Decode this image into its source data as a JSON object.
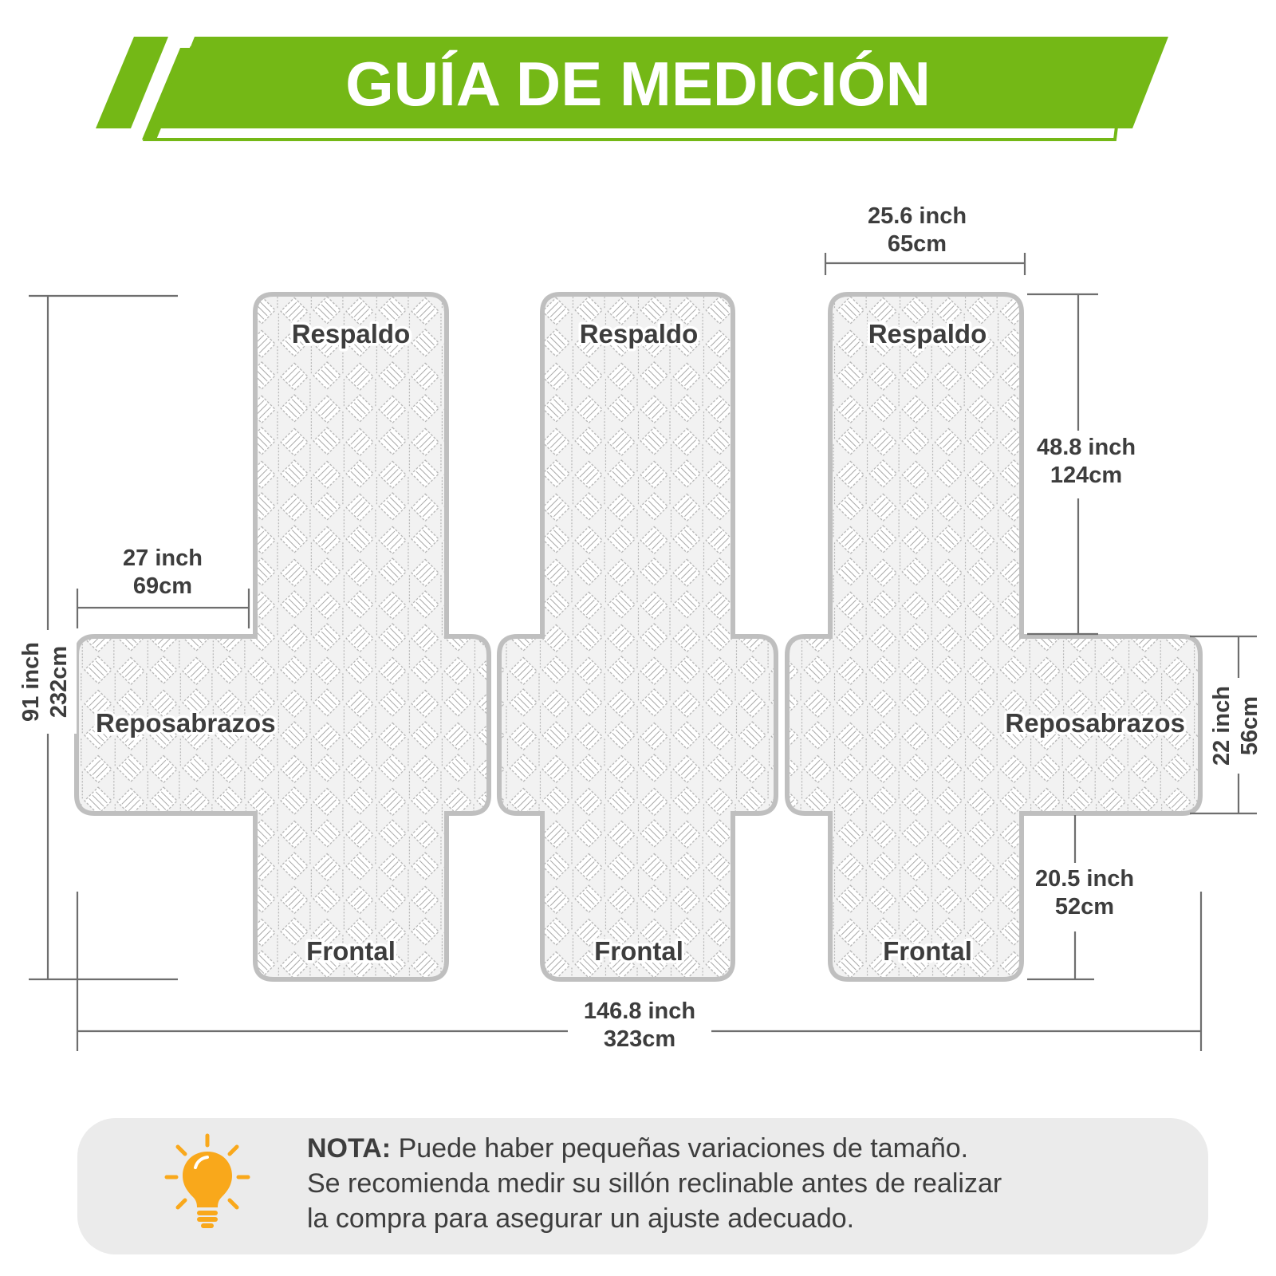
{
  "header": {
    "title": "GUÍA DE MEDICIÓN",
    "accent_color": "#74b816"
  },
  "pieces": {
    "left": {
      "back": "Respaldo",
      "armrest": "Reposabrazos",
      "front": "Frontal"
    },
    "middle": {
      "back": "Respaldo",
      "front": "Frontal"
    },
    "right": {
      "back": "Respaldo",
      "armrest": "Reposabrazos",
      "front": "Frontal"
    }
  },
  "dimensions": {
    "top_width": {
      "inch": "25.6 inch",
      "cm": "65cm"
    },
    "back_length": {
      "inch": "48.8 inch",
      "cm": "124cm"
    },
    "armrest_width": {
      "inch": "27 inch",
      "cm": "69cm"
    },
    "total_height": {
      "inch": "91 inch",
      "cm": "232cm"
    },
    "armrest_height": {
      "inch": "22 inch",
      "cm": "56cm"
    },
    "front_length": {
      "inch": "20.5 inch",
      "cm": "52cm"
    },
    "total_width": {
      "inch": "146.8 inch",
      "cm": "323cm"
    }
  },
  "note": {
    "label": "NOTA:",
    "line1": " Puede haber pequeñas variaciones de tamaño.",
    "line2": "Se recomienda medir su sillón reclinable antes de realizar",
    "line3": "la compra para asegurar un ajuste adecuado.",
    "icon": "lightbulb-icon",
    "icon_color": "#f9a81b"
  }
}
